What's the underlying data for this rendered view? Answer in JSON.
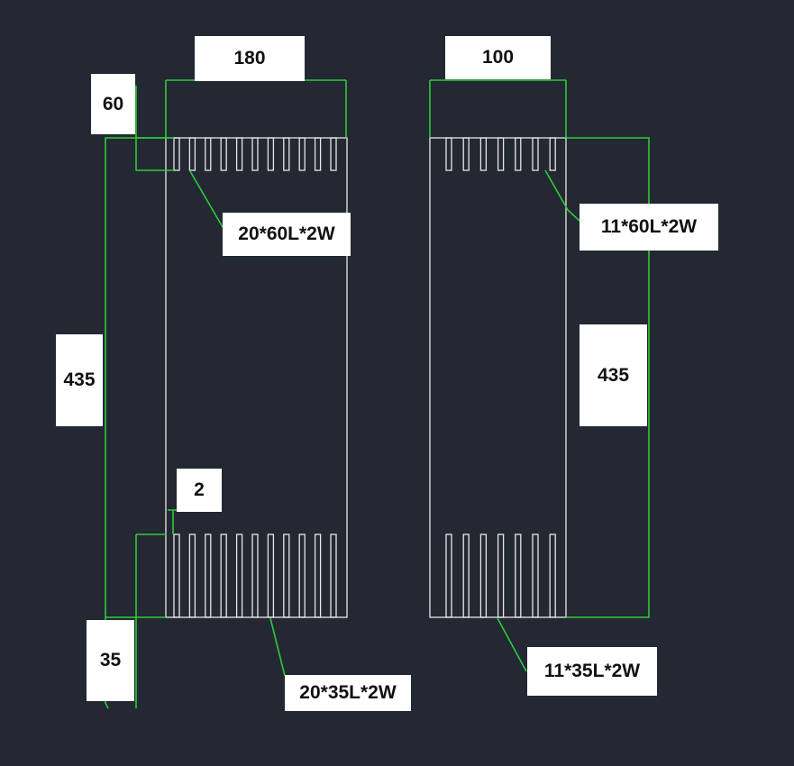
{
  "colors": {
    "background": "#232833",
    "outline": "#e6e6e6",
    "dimension": "#2fc93a",
    "label_bg": "#ffffff",
    "label_text": "#111111"
  },
  "left_panel": {
    "width_dim": "180",
    "top_slot_depth_dim": "60",
    "height_dim": "435",
    "bottom_slot_depth_dim": "35",
    "slot_width_dim": "2",
    "top_slots_note": "20*60L*2W",
    "bottom_slots_note": "20*35L*2W"
  },
  "right_panel": {
    "width_dim": "100",
    "height_dim": "435",
    "top_slots_note": "11*60L*2W",
    "bottom_slots_note": "11*35L*2W"
  }
}
